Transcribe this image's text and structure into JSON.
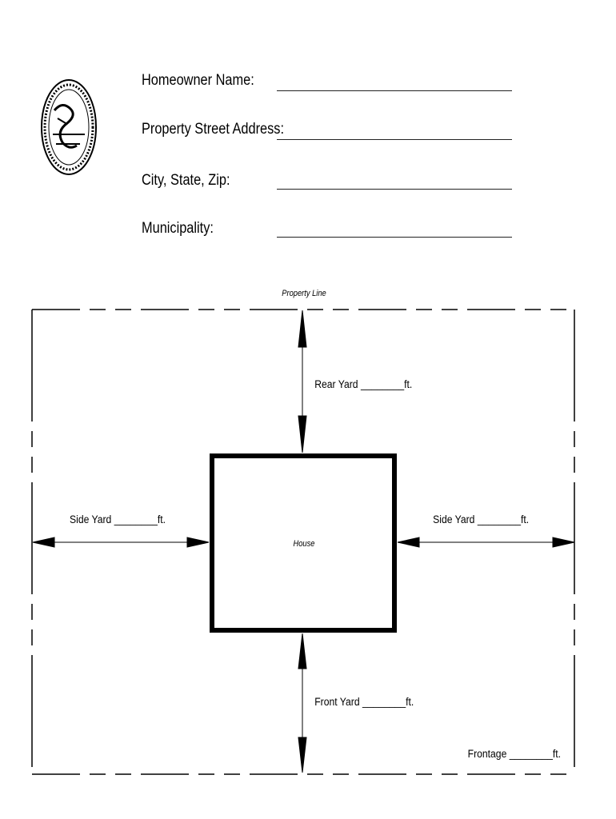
{
  "form": {
    "fields": [
      {
        "label": "Homeowner Name:",
        "value": ""
      },
      {
        "label": "Property Street Address:",
        "value": ""
      },
      {
        "label": "City, State, Zip:",
        "value": ""
      },
      {
        "label": "Municipality:",
        "value": ""
      }
    ]
  },
  "diagram": {
    "property_line": "Property Line",
    "house": "House",
    "rear_yard": {
      "label": "Rear Yard",
      "blank": "________",
      "unit": "ft."
    },
    "front_yard": {
      "label": "Front Yard",
      "blank": "________",
      "unit": "ft."
    },
    "side_yard_left": {
      "label": "Side Yard",
      "blank": "________",
      "unit": "ft."
    },
    "side_yard_right": {
      "label": "Side Yard",
      "blank": "________",
      "unit": "ft."
    },
    "frontage": {
      "label": "Frontage",
      "blank": "________",
      "unit": "ft."
    }
  }
}
